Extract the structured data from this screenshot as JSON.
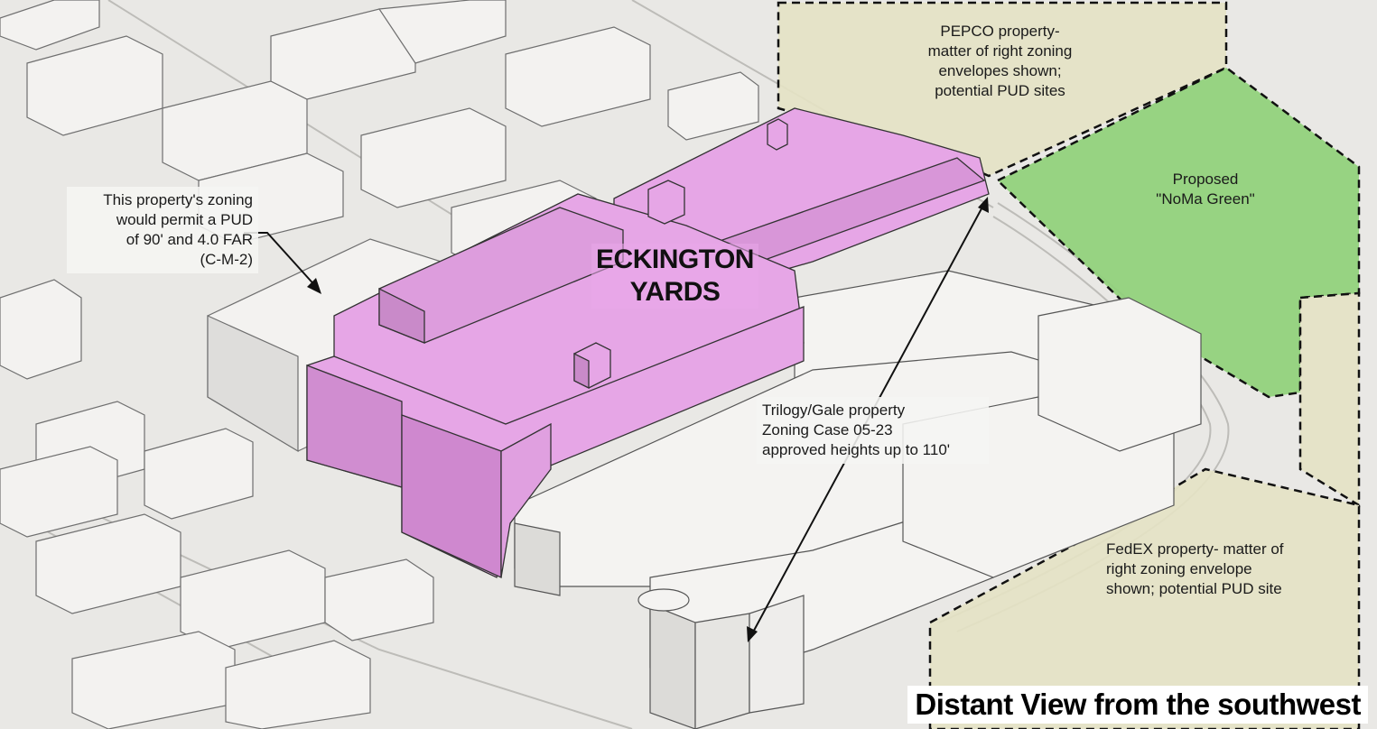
{
  "site_label": {
    "line1": "ECKINGTON",
    "line2": "YARDS"
  },
  "annotations": {
    "pepco": [
      "PEPCO property-",
      "matter of right zoning",
      "envelopes shown;",
      "potential PUD sites"
    ],
    "noma": [
      "Proposed",
      "\"NoMa Green\""
    ],
    "zoning_note": [
      "This property's zoning",
      "would permit a PUD",
      "of 90' and 4.0 FAR",
      "(C-M-2)"
    ],
    "trilogy": [
      "Trilogy/Gale property",
      "Zoning Case 05-23",
      "approved heights up to 110'"
    ],
    "fedex": [
      "FedEX property- matter of",
      "right zoning envelope",
      "shown; potential PUD site"
    ]
  },
  "caption": "Distant View from the southwest",
  "colors": {
    "site_pink": "#e6a6e6",
    "site_pink_dark": "#cf88cf",
    "green": "#8fd07a",
    "khaki": "#e4e2c4",
    "building": "#f1f0ee",
    "ground": "#e9e8e5"
  }
}
